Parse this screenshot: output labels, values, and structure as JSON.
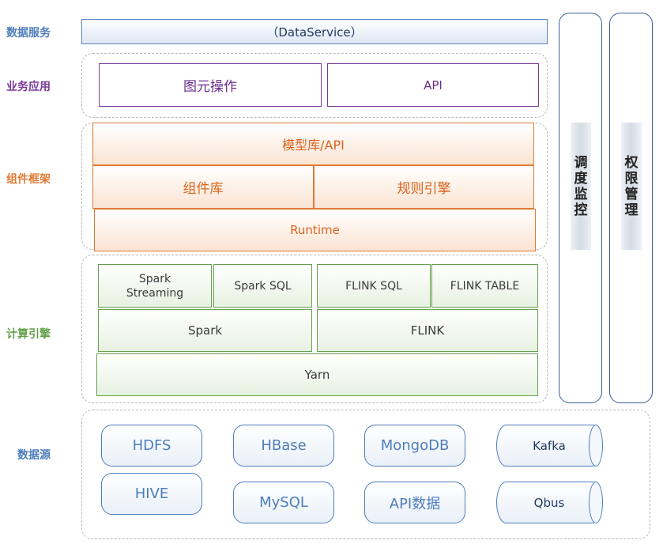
{
  "labels": {
    "data_service": "数据服务",
    "business_app": "业务应用",
    "component_framework": "组件框架",
    "compute_engine": "计算引擎",
    "data_source": "数据源"
  },
  "data_service": {
    "text": "（DataService）"
  },
  "business_app": {
    "graph_op": "图元操作",
    "api": "API"
  },
  "component_framework": {
    "model_lib": "模型库/API",
    "component_lib": "组件库",
    "rule_engine": "规则引擎",
    "runtime": "Runtime"
  },
  "compute_engine": {
    "spark_streaming": "Spark Streaming",
    "spark_sql": "Spark SQL",
    "flink_sql": "FLINK SQL",
    "flink_table": "FLINK TABLE",
    "spark": "Spark",
    "flink": "FLINK",
    "yarn": "Yarn"
  },
  "pillars": {
    "scheduling": "调度监控",
    "permissions": "权限管理"
  },
  "data_sources": {
    "hdfs": "HDFS",
    "hbase": "HBase",
    "mongodb": "MongoDB",
    "kafka": "Kafka",
    "hive": "HIVE",
    "mysql": "MySQL",
    "api_data": "API数据",
    "qbus": "Qbus"
  },
  "colors": {
    "data_service_label": "#4d7dbb",
    "business_label": "#7a3a99",
    "framework_label": "#e07a35",
    "engine_label": "#64a04c",
    "source_label": "#4d7dbb"
  }
}
